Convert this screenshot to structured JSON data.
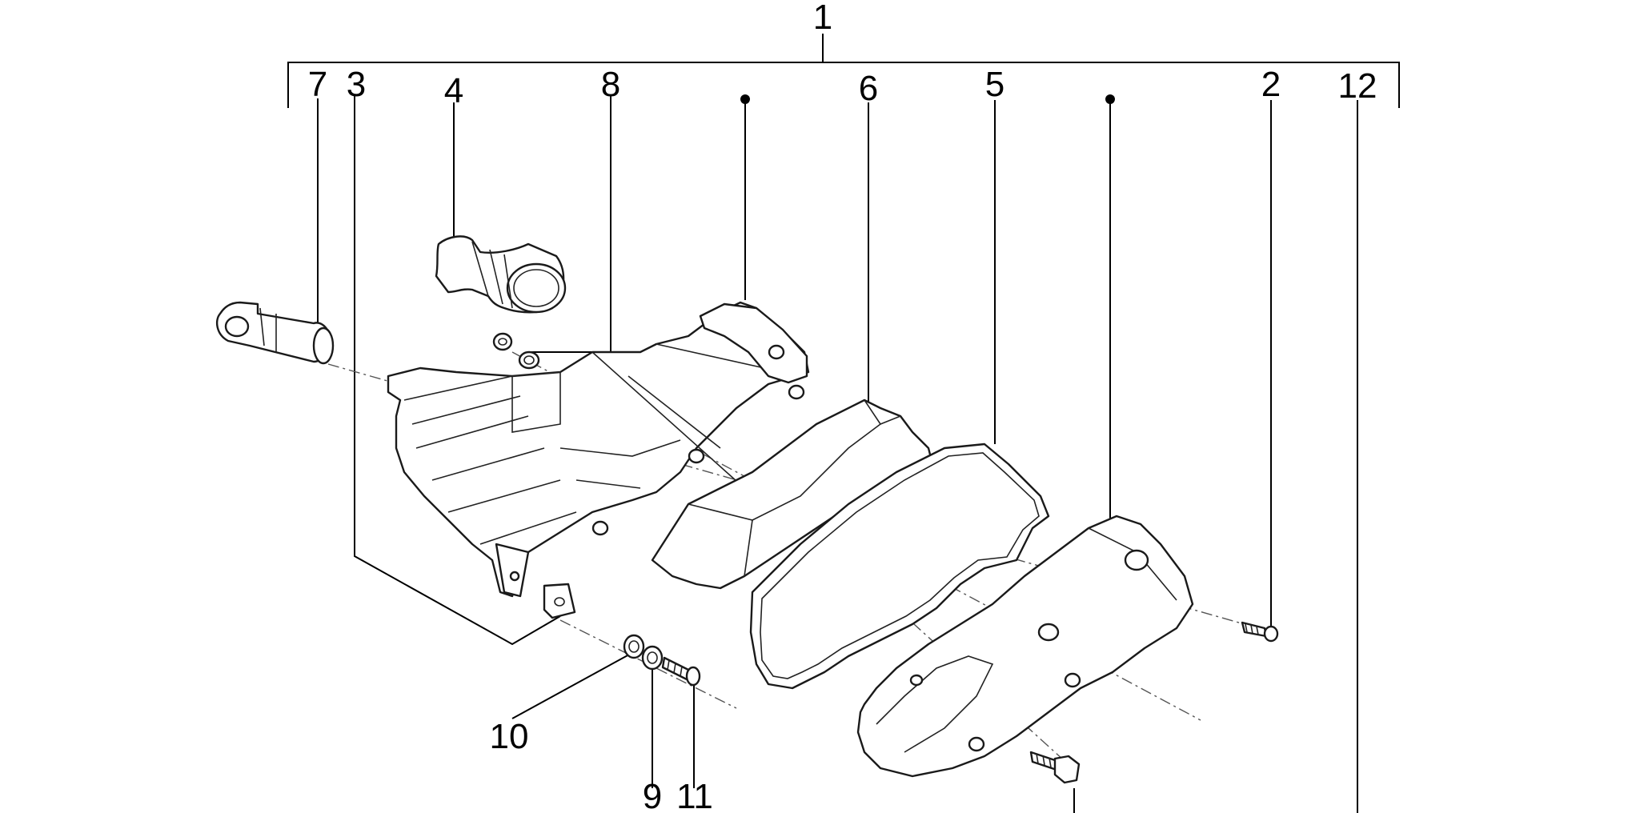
{
  "diagram": {
    "labels": [
      {
        "id": "1",
        "text": "1"
      },
      {
        "id": "7",
        "text": "7"
      },
      {
        "id": "3",
        "text": "3"
      },
      {
        "id": "4",
        "text": "4"
      },
      {
        "id": "8",
        "text": "8"
      },
      {
        "id": "6",
        "text": "6"
      },
      {
        "id": "5",
        "text": "5"
      },
      {
        "id": "2",
        "text": "2"
      },
      {
        "id": "12",
        "text": "12"
      },
      {
        "id": "10",
        "text": "10"
      },
      {
        "id": "9",
        "text": "9"
      },
      {
        "id": "11",
        "text": "11"
      }
    ]
  }
}
